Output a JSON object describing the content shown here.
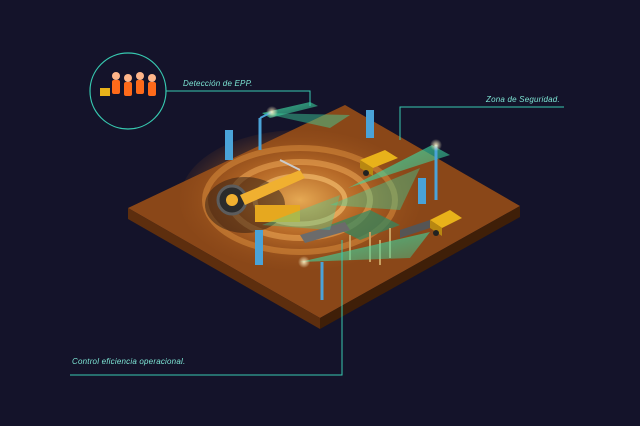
{
  "labels": {
    "epp": "Detección de EPP.",
    "zona": "Zona de Seguridad.",
    "control": "Control eficiencia operacional."
  },
  "colors": {
    "background": "#14132a",
    "accent": "#37c9b0",
    "ground_top": "#8a4718",
    "ground_side": "#4e260b",
    "scan_cone": "#3dd6a0",
    "worker": "#ff6a1a",
    "truck": "#e8b21a",
    "pole": "#4aa3d8"
  },
  "icons": {
    "epp_badge": "worker-ppe-icon",
    "camera": "security-camera-icon"
  }
}
